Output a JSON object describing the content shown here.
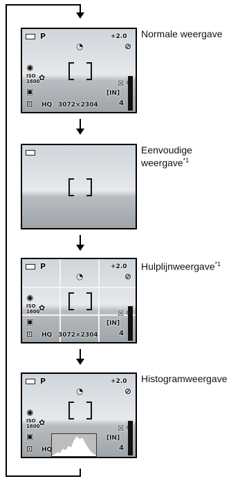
{
  "modes": [
    {
      "caption": "Normale weergave",
      "footnote": "",
      "osd": {
        "mode": "P",
        "exposure": "+2.0",
        "iso_top": "ISO",
        "iso_value": "1600",
        "quality": "HQ",
        "resolution": "3072×2304",
        "memory": "[IN]",
        "remaining": "4"
      }
    },
    {
      "caption": "Eenvoudige weergave",
      "footnote": "*1",
      "osd": {}
    },
    {
      "caption": "Hulplijnweergave",
      "footnote": "*1",
      "osd": {
        "mode": "P",
        "exposure": "+2.0",
        "iso_top": "ISO",
        "iso_value": "1600",
        "quality": "HQ",
        "resolution": "3072×2304",
        "memory": "[IN]",
        "remaining": "4"
      }
    },
    {
      "caption": "Histogramweergave",
      "footnote": "",
      "osd": {
        "mode": "P",
        "exposure": "+2.0",
        "iso_top": "ISO",
        "iso_value": "1600",
        "quality": "HQ",
        "memory": "[IN]",
        "remaining": "4"
      }
    }
  ],
  "icons": [
    "battery-icon",
    "self-timer-icon",
    "flash-off-icon",
    "wb-icon",
    "macro-icon",
    "drive-icon",
    "metering-icon",
    "mic-icon",
    "stabilizer-icon"
  ]
}
